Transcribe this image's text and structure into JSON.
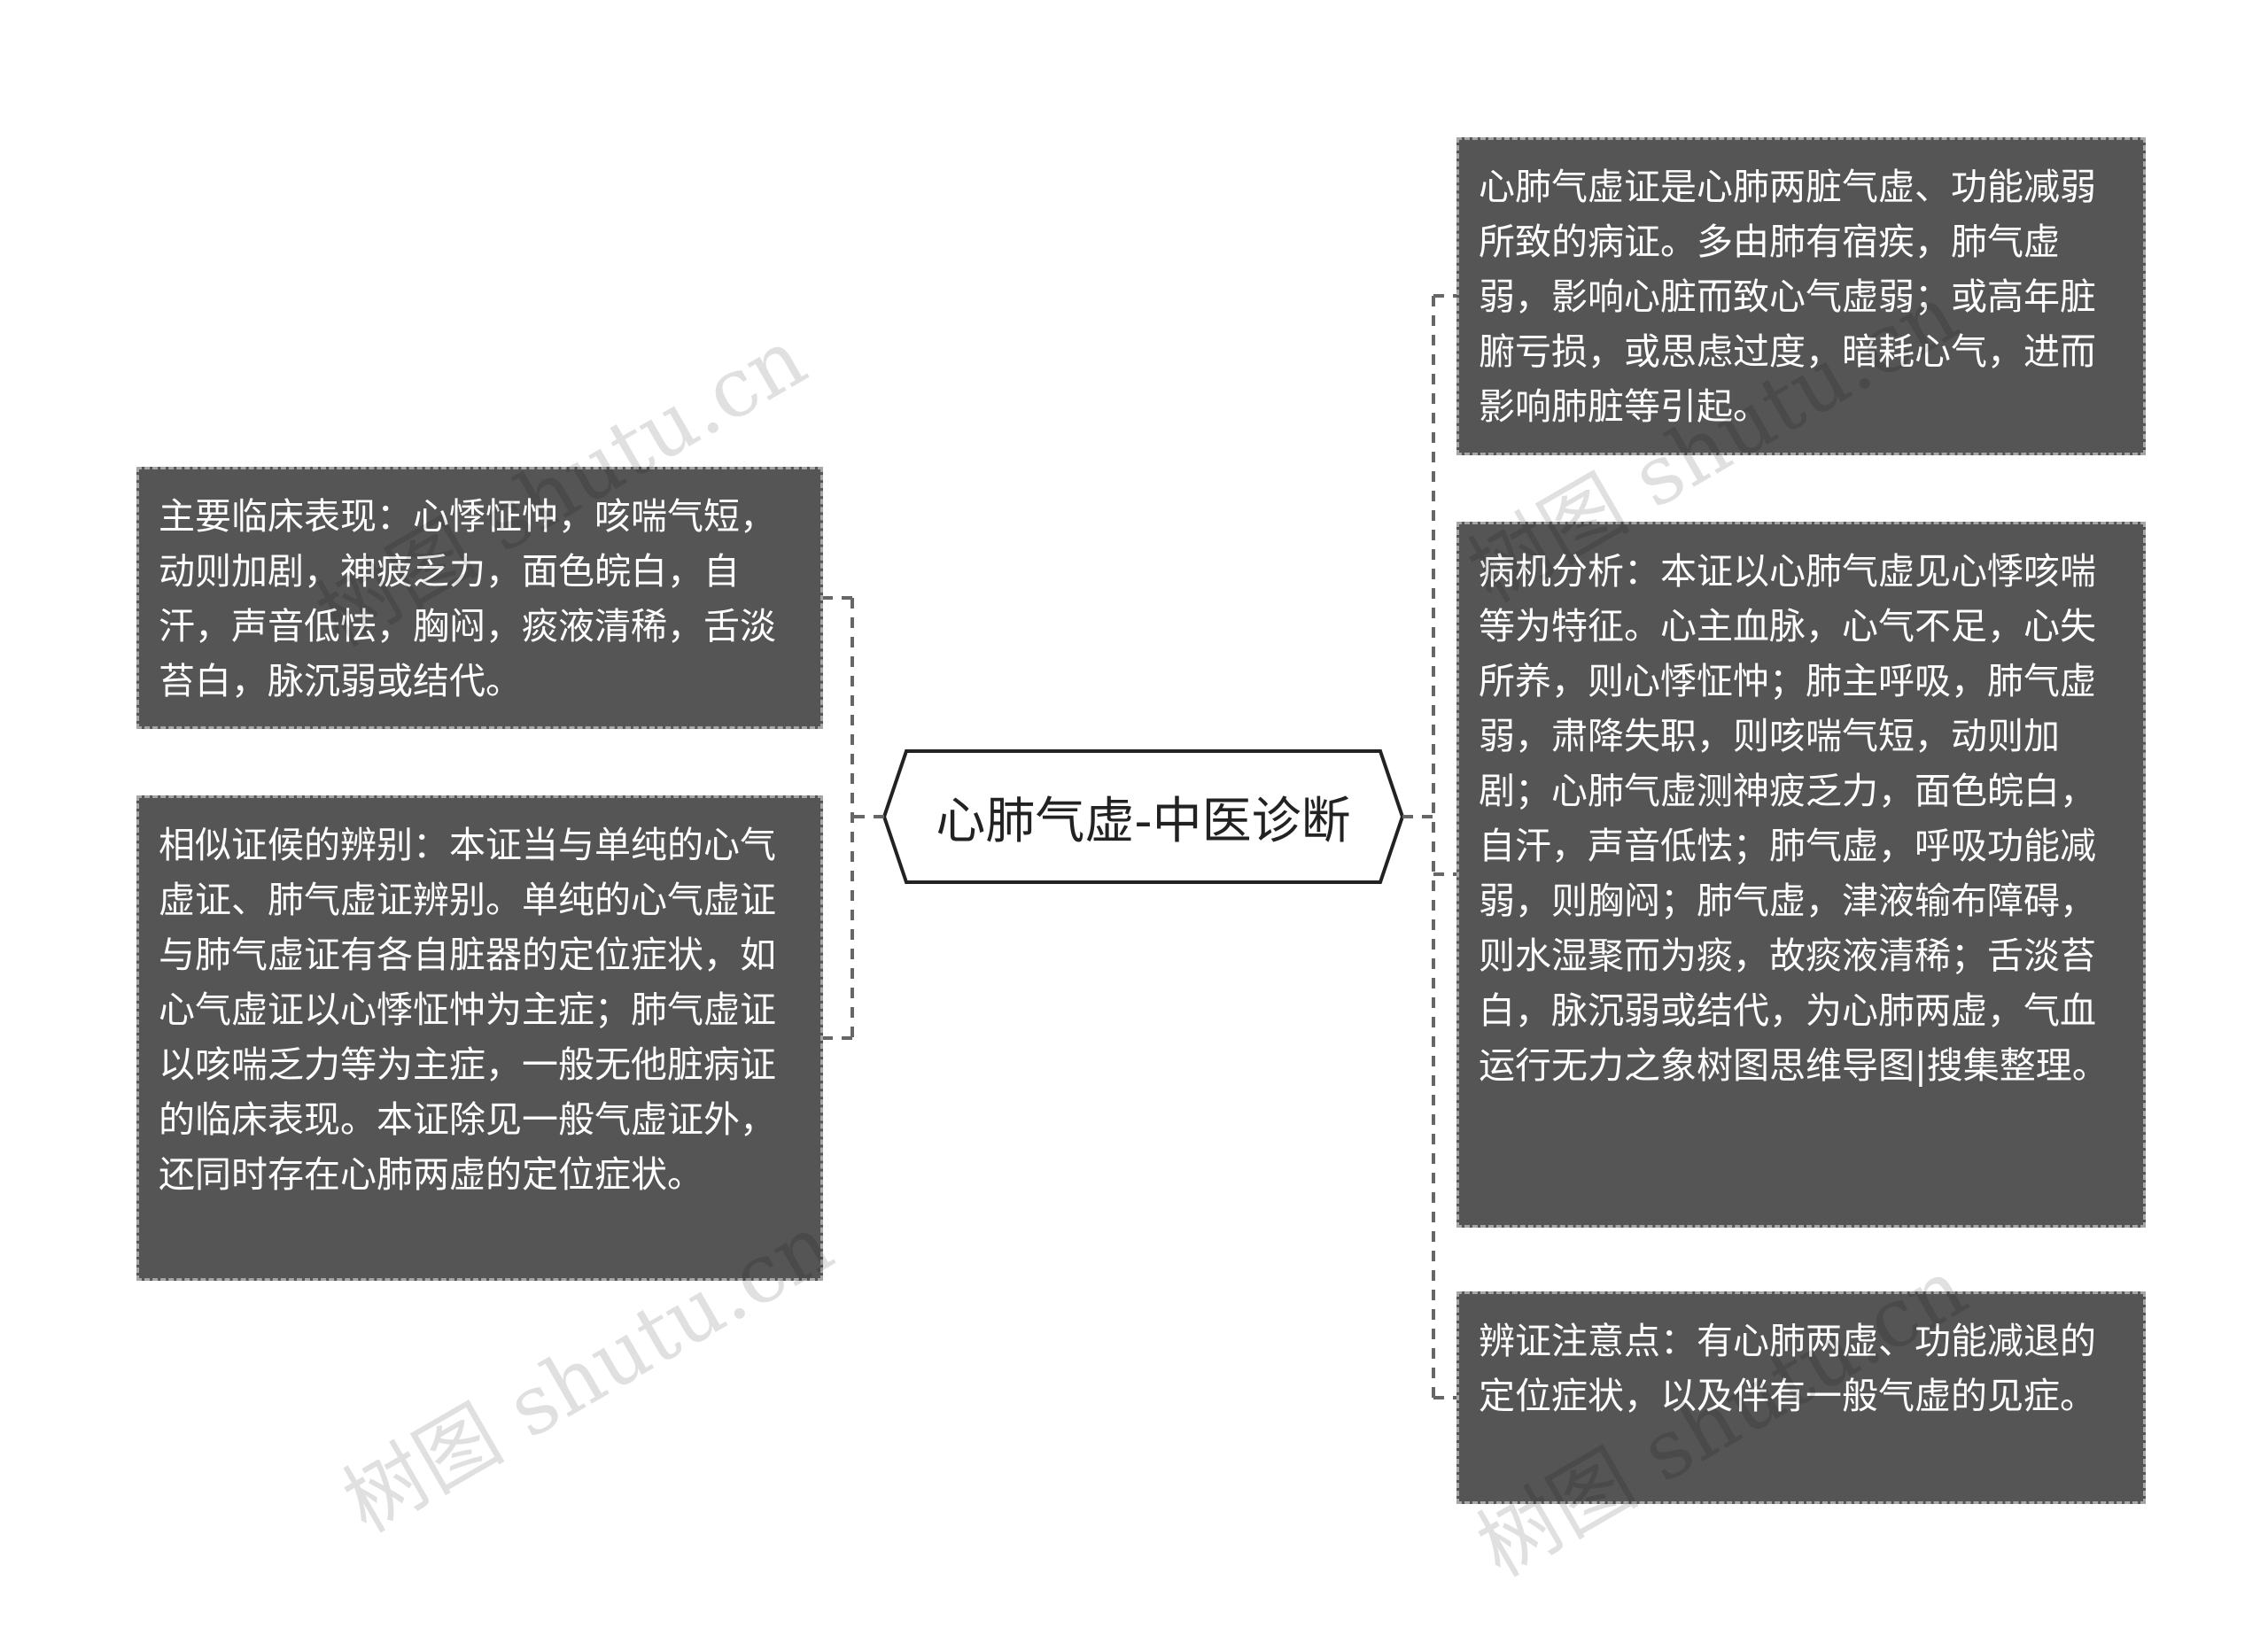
{
  "center": {
    "title": "心肺气虚-中医诊断"
  },
  "nodes": {
    "left_1": "主要临床表现：心悸怔忡，咳喘气短，动则加剧，神疲乏力，面色皖白，自汗，声音低怯，胸闷，痰液清稀，舌淡苔白，脉沉弱或结代。",
    "left_2": "相似证候的辨别：本证当与单纯的心气虚证、肺气虚证辨别。单纯的心气虚证与肺气虚证有各自脏器的定位症状，如心气虚证以心悸怔忡为主症；肺气虚证以咳喘乏力等为主症，一般无他脏病证的临床表现。本证除见一般气虚证外，还同时存在心肺两虚的定位症状。",
    "right_1": "心肺气虚证是心肺两脏气虚、功能减弱所致的病证。多由肺有宿疾，肺气虚弱，影响心脏而致心气虚弱；或高年脏腑亏损，或思虑过度，暗耗心气，进而影响肺脏等引起。",
    "right_2": "病机分析：本证以心肺气虚见心悸咳喘等为特征。心主血脉，心气不足，心失所养，则心悸怔忡；肺主呼吸，肺气虚弱，肃降失职，则咳喘气短，动则加剧；心肺气虚测神疲乏力，面色皖白，自汗，声音低怯；肺气虚，呼吸功能减弱，则胸闷；肺气虚，津液输布障碍，则水湿聚而为痰，故痰液清稀；舌淡苔白，脉沉弱或结代，为心肺两虚，气血运行无力之象树图思维导图|搜集整理。",
    "right_3": "辨证注意点：有心肺两虚、功能减退的定位症状，以及伴有一般气虚的见症。"
  },
  "watermarks": [
    "树图 shutu.cn",
    "树图 shutu.cn",
    "树图 shutu.cn",
    "树图 shutu.cn"
  ],
  "colors": {
    "node_fill": "#555555",
    "node_border": "#a6a6a6",
    "connector": "#666666",
    "center_border": "#222222",
    "center_fill": "#ffffff"
  }
}
